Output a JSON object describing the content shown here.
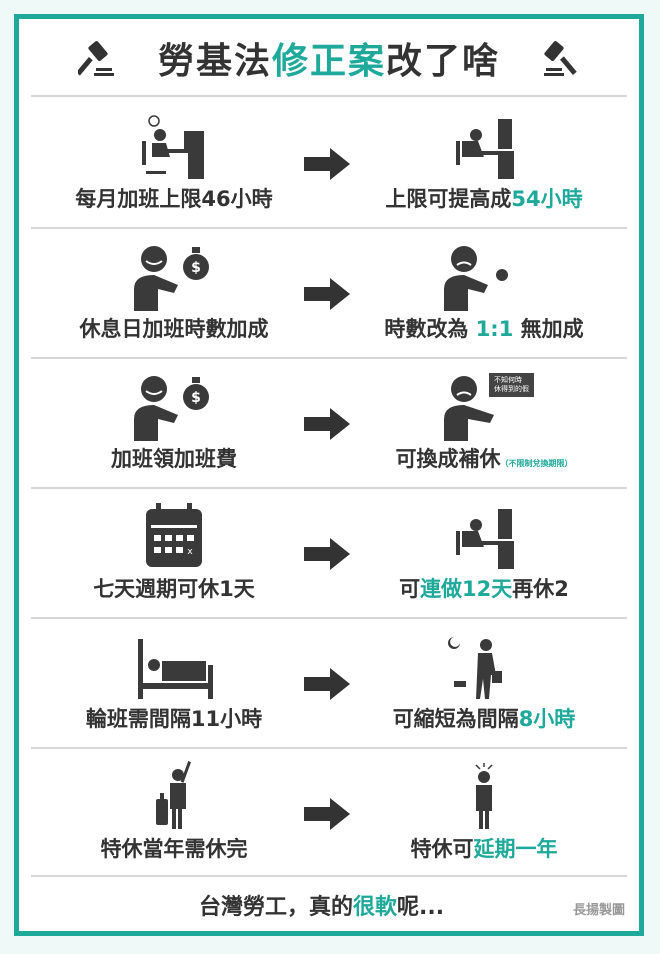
{
  "title": [
    {
      "text": "勞基法",
      "accent": false
    },
    {
      "text": "修正案",
      "accent": true
    },
    {
      "text": "改了啥",
      "accent": false
    }
  ],
  "colors": {
    "accent": "#1fa99b",
    "text": "#333333",
    "icon": "#3a3a3a"
  },
  "rows": [
    {
      "before": [
        {
          "text": "每月加班上限46小時"
        }
      ],
      "after": [
        {
          "text": "上限可提高成"
        },
        {
          "text": "54小時",
          "accent": true
        }
      ]
    },
    {
      "before": [
        {
          "text": "休息日加班時數加成"
        }
      ],
      "after": [
        {
          "text": "時數改為 "
        },
        {
          "text": "1:1",
          "accent": true
        },
        {
          "text": " 無加成"
        }
      ]
    },
    {
      "before": [
        {
          "text": "加班領加班費"
        }
      ],
      "after": [
        {
          "text": "可換成補休"
        }
      ],
      "after_note": "（不限制兌換期限）",
      "bubble": [
        "不知何時",
        "休得到的假"
      ]
    },
    {
      "before": [
        {
          "text": "七天週期可休1天"
        }
      ],
      "after": [
        {
          "text": "可"
        },
        {
          "text": "連做12天",
          "accent": true
        },
        {
          "text": "再休2"
        }
      ]
    },
    {
      "before": [
        {
          "text": "輪班需間隔11小時"
        }
      ],
      "after": [
        {
          "text": "可縮短為間隔"
        },
        {
          "text": "8小時",
          "accent": true
        }
      ]
    },
    {
      "before": [
        {
          "text": "特休當年需休完"
        }
      ],
      "after": [
        {
          "text": "特休可"
        },
        {
          "text": "延期一年",
          "accent": true
        }
      ]
    }
  ],
  "footer": {
    "text": [
      {
        "text": "台灣勞工，真的"
      },
      {
        "text": "很軟",
        "accent": true
      },
      {
        "text": "呢..."
      }
    ],
    "credit": "長揚製圖"
  }
}
